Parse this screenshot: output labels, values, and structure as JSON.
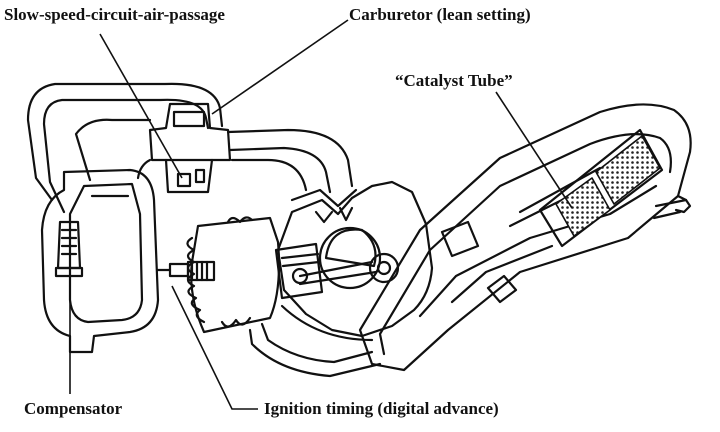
{
  "labels": {
    "slow_speed": "Slow-speed-circuit-air-passage",
    "carburetor": "Carburetor (lean setting)",
    "catalyst": "“Catalyst Tube”",
    "compensator": "Compensator",
    "ignition": "Ignition timing (digital advance)"
  }
}
